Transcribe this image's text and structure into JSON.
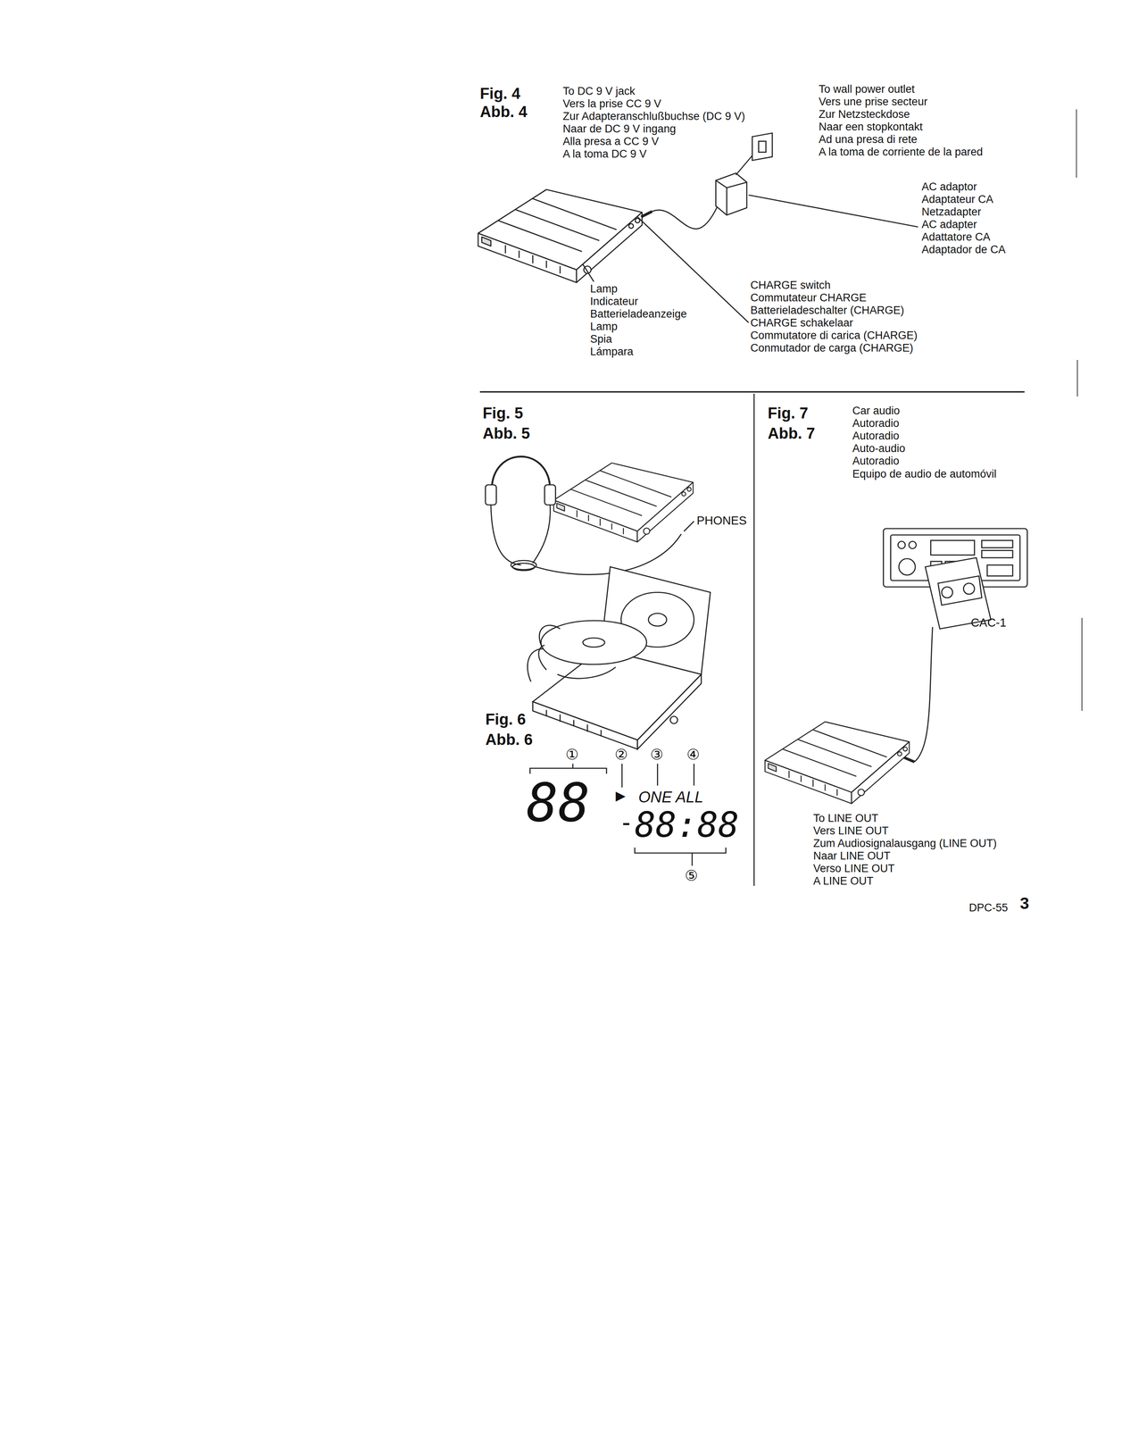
{
  "diagram": {
    "labels": [
      "Fig. 4",
      "Abb. 4",
      "To DC 9 V jack",
      "Vers la prise CC 9 V",
      "Zur Adapteranschlußbuchse (DC 9 V)",
      "Naar de DC 9 V ingang",
      "Alla presa a CC 9 V",
      "A la toma DC 9 V",
      "To wall power outlet",
      "Vers une prise secteur",
      "Zur Netzsteckdose",
      "Naar een stopkontakt",
      "Ad una presa di rete",
      "A la toma de corriente de la pared",
      "AC adaptor",
      "Adaptateur CA",
      "Netzadapter",
      "AC adapter",
      "Adattatore CA",
      "Adaptador de CA",
      "Lamp",
      "Indicateur",
      "Batterieladeanzeige",
      "Lamp",
      "Spia",
      "Lámpara",
      "CHARGE switch",
      "Commutateur CHARGE",
      "Batterieladeschalter (CHARGE)",
      "CHARGE schakelaar",
      "Commutatore di carica (CHARGE)",
      "Conmutador de carga (CHARGE)",
      "Fig. 5",
      "Abb. 5",
      "PHONES",
      "Fig. 6",
      "Abb. 6",
      "①",
      "②",
      "③",
      "④",
      "88",
      "▶",
      "ONE ALL",
      "-",
      "88:88",
      "⑤",
      "Fig. 7",
      "Abb. 7",
      "Car audio",
      "Autoradio",
      "Autoradio",
      "Auto-audio",
      "Autoradio",
      "Equipo de audio de automóvil",
      "CAC-1",
      "To LINE OUT",
      "Vers LINE OUT",
      "Zum Audiosignalausgang (LINE OUT)",
      "Naar LINE OUT",
      "Verso LINE OUT",
      "A LINE OUT",
      "DPC-55",
      "3"
    ]
  }
}
